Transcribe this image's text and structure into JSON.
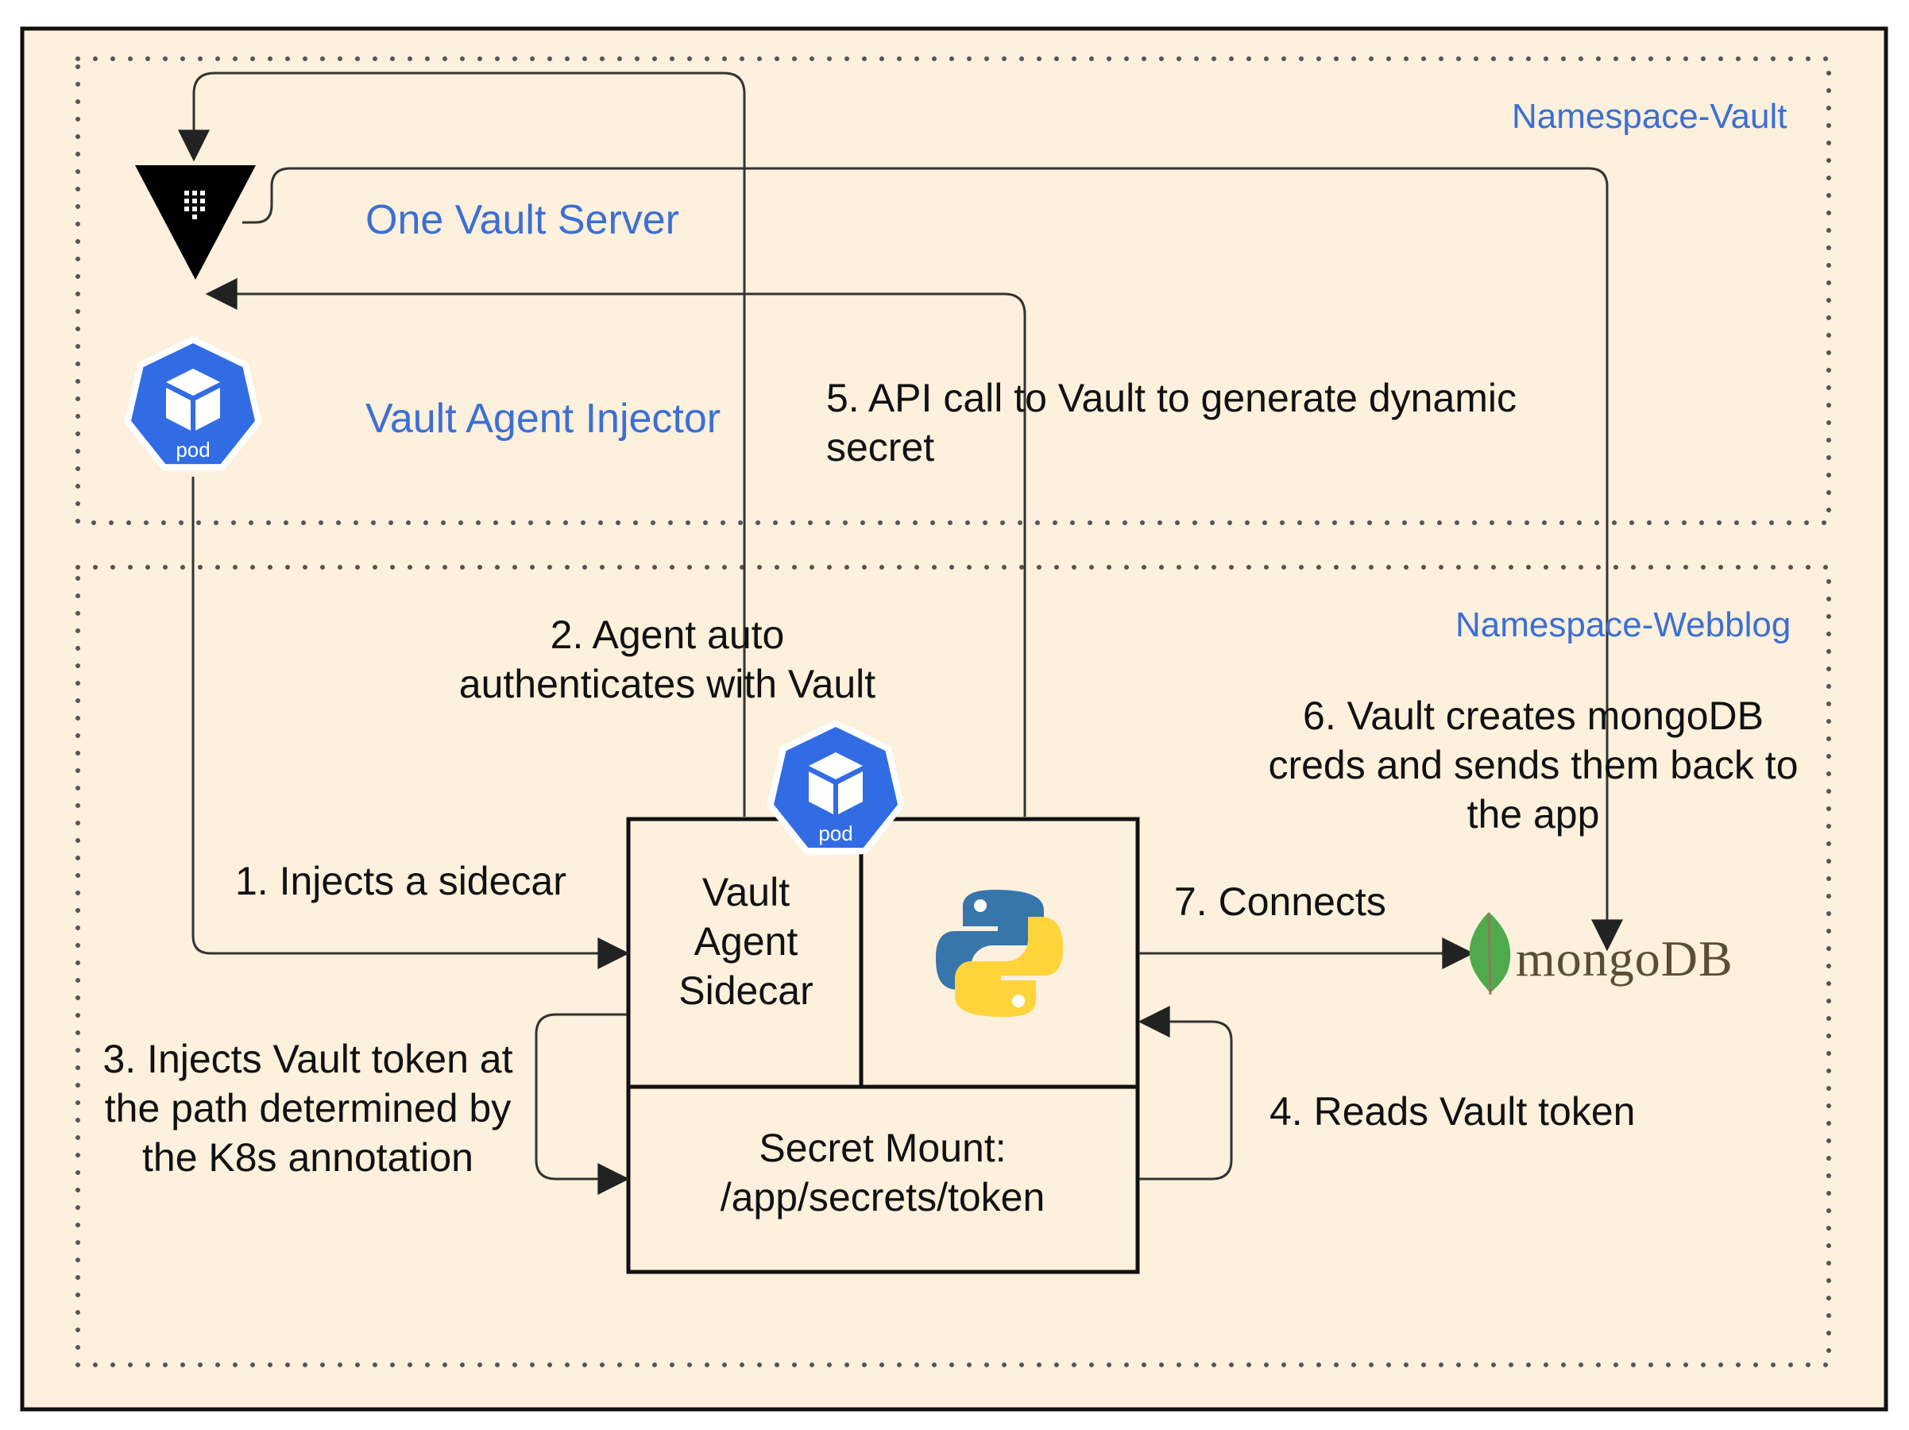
{
  "namespaces": {
    "vault": "Namespace-Vault",
    "webblog": "Namespace-Webblog"
  },
  "components": {
    "vault_server": "One Vault Server",
    "agent_injector": "Vault Agent Injector",
    "sidecar_line1": "Vault",
    "sidecar_line2": "Agent",
    "sidecar_line3": "Sidecar",
    "secret_mount_line1": "Secret Mount:",
    "secret_mount_line2": "/app/secrets/token",
    "pod_badge": "pod",
    "mongodb": "mongoDB"
  },
  "steps": {
    "step1": "1. Injects a sidecar",
    "step2_line1": "2. Agent auto",
    "step2_line2": "authenticates with Vault",
    "step3_line1": "3. Injects Vault token at",
    "step3_line2": "the path determined by",
    "step3_line3": "the K8s annotation",
    "step4": "4. Reads Vault token",
    "step5_line1": "5. API call to Vault to generate dynamic",
    "step5_line2": "secret",
    "step6_line1": "6. Vault creates mongoDB",
    "step6_line2": "creds and sends them back to",
    "step6_line3": "the app",
    "step7": "7. Connects"
  },
  "icons": {
    "vault": "vault-triangle-icon",
    "pod": "kubernetes-pod-icon",
    "python": "python-logo-icon",
    "mongodb": "mongodb-leaf-icon"
  },
  "colors": {
    "background": "#fdf0dc",
    "label_blue": "#3b6fd6",
    "pod_blue": "#326ce5",
    "python_blue": "#3776ab",
    "python_yellow": "#ffd43b",
    "mongo_green": "#4fa94d"
  }
}
